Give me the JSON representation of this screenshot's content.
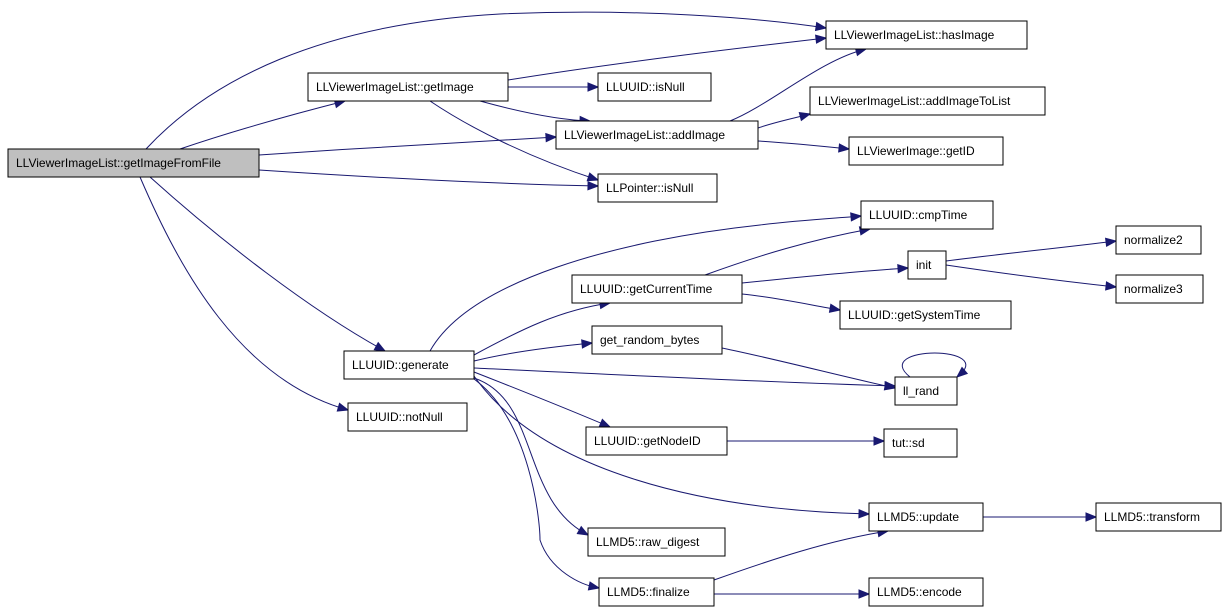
{
  "diagram": {
    "type": "call-graph",
    "edge_color": "#191970",
    "root_fill": "#bfbfbf",
    "nodes": [
      {
        "id": "getImageFromFile",
        "label": "LLViewerImageList::getImageFromFile",
        "root": true
      },
      {
        "id": "getImage",
        "label": "LLViewerImageList::getImage"
      },
      {
        "id": "hasImage",
        "label": "LLViewerImageList::hasImage"
      },
      {
        "id": "isNullUUID",
        "label": "LLUUID::isNull"
      },
      {
        "id": "addImageToList",
        "label": "LLViewerImageList::addImageToList"
      },
      {
        "id": "addImage",
        "label": "LLViewerImageList::addImage"
      },
      {
        "id": "getID",
        "label": "LLViewerImage::getID"
      },
      {
        "id": "ptrIsNull",
        "label": "LLPointer::isNull"
      },
      {
        "id": "cmpTime",
        "label": "LLUUID::cmpTime"
      },
      {
        "id": "init",
        "label": "init"
      },
      {
        "id": "normalize2",
        "label": "normalize2"
      },
      {
        "id": "getCurrentTime",
        "label": "LLUUID::getCurrentTime"
      },
      {
        "id": "normalize3",
        "label": "normalize3"
      },
      {
        "id": "getSystemTime",
        "label": "LLUUID::getSystemTime"
      },
      {
        "id": "getRandomBytes",
        "label": "get_random_bytes"
      },
      {
        "id": "generate",
        "label": "LLUUID::generate"
      },
      {
        "id": "llRand",
        "label": "ll_rand"
      },
      {
        "id": "notNull",
        "label": "LLUUID::notNull"
      },
      {
        "id": "getNodeID",
        "label": "LLUUID::getNodeID"
      },
      {
        "id": "tutSd",
        "label": "tut::sd"
      },
      {
        "id": "update",
        "label": "LLMD5::update"
      },
      {
        "id": "transform",
        "label": "LLMD5::transform"
      },
      {
        "id": "rawDigest",
        "label": "LLMD5::raw_digest"
      },
      {
        "id": "finalize",
        "label": "LLMD5::finalize"
      },
      {
        "id": "encode",
        "label": "LLMD5::encode"
      }
    ],
    "edges": [
      {
        "from": "getImageFromFile",
        "to": "hasImage"
      },
      {
        "from": "getImageFromFile",
        "to": "getImage"
      },
      {
        "from": "getImageFromFile",
        "to": "addImage"
      },
      {
        "from": "getImageFromFile",
        "to": "ptrIsNull"
      },
      {
        "from": "getImageFromFile",
        "to": "generate"
      },
      {
        "from": "getImageFromFile",
        "to": "notNull"
      },
      {
        "from": "getImage",
        "to": "hasImage"
      },
      {
        "from": "getImage",
        "to": "isNullUUID"
      },
      {
        "from": "getImage",
        "to": "addImage"
      },
      {
        "from": "getImage",
        "to": "ptrIsNull"
      },
      {
        "from": "addImage",
        "to": "hasImage"
      },
      {
        "from": "addImage",
        "to": "addImageToList"
      },
      {
        "from": "addImage",
        "to": "getID"
      },
      {
        "from": "generate",
        "to": "cmpTime"
      },
      {
        "from": "generate",
        "to": "getCurrentTime"
      },
      {
        "from": "generate",
        "to": "getRandomBytes"
      },
      {
        "from": "generate",
        "to": "llRand"
      },
      {
        "from": "generate",
        "to": "getNodeID"
      },
      {
        "from": "generate",
        "to": "update"
      },
      {
        "from": "generate",
        "to": "rawDigest"
      },
      {
        "from": "generate",
        "to": "finalize"
      },
      {
        "from": "getCurrentTime",
        "to": "cmpTime"
      },
      {
        "from": "getCurrentTime",
        "to": "init"
      },
      {
        "from": "getCurrentTime",
        "to": "getSystemTime"
      },
      {
        "from": "init",
        "to": "normalize2"
      },
      {
        "from": "init",
        "to": "normalize3"
      },
      {
        "from": "getRandomBytes",
        "to": "llRand"
      },
      {
        "from": "llRand",
        "to": "llRand"
      },
      {
        "from": "getNodeID",
        "to": "tutSd"
      },
      {
        "from": "update",
        "to": "transform"
      },
      {
        "from": "finalize",
        "to": "update"
      },
      {
        "from": "finalize",
        "to": "encode"
      }
    ]
  }
}
